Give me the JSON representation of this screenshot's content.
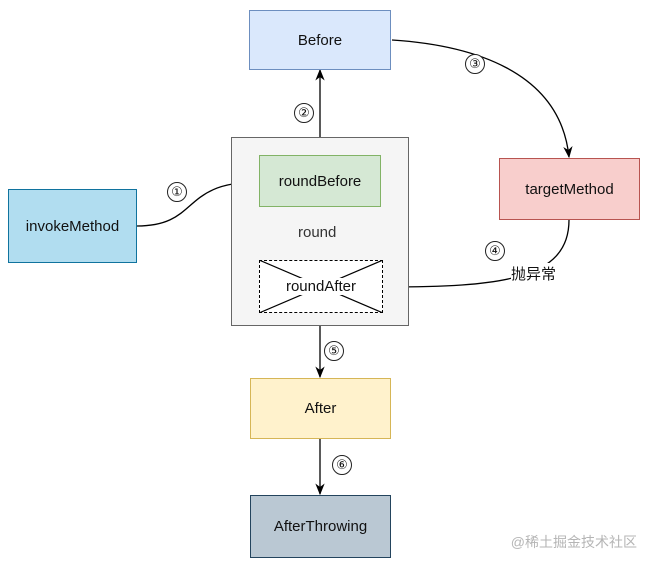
{
  "nodes": {
    "before": "Before",
    "invoke_method": "invokeMethod",
    "target_method": "targetMethod",
    "round": "round",
    "round_before": "roundBefore",
    "round_after": "roundAfter",
    "after": "After",
    "after_throwing": "AfterThrowing"
  },
  "steps": [
    "①",
    "②",
    "③",
    "④",
    "⑤",
    "⑥"
  ],
  "edge_labels": {
    "throw_exception": "抛异常"
  },
  "watermark": "@稀土掘金技术社区",
  "colors": {
    "before_fill": "#dae8fc",
    "before_stroke": "#6c8ebf",
    "invoke_fill": "#b1ddf0",
    "invoke_stroke": "#10739e",
    "target_fill": "#f8cecc",
    "target_stroke": "#b85450",
    "round_fill": "#f5f5f5",
    "round_stroke": "#666666",
    "round_before_fill": "#d5e8d4",
    "round_before_stroke": "#82b366",
    "after_fill": "#fff2cc",
    "after_stroke": "#d6b656",
    "after_throwing_fill": "#bac8d3",
    "after_throwing_stroke": "#23445d"
  }
}
